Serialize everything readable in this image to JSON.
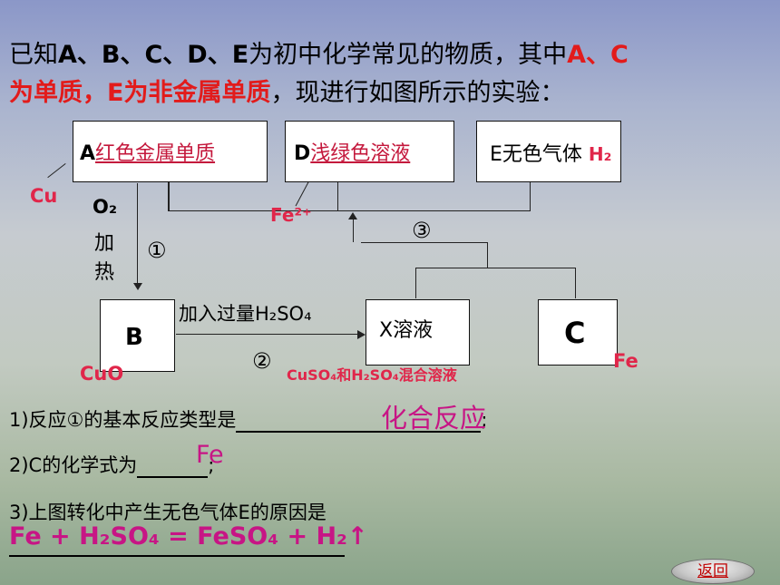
{
  "title": {
    "line1_a": "已知",
    "line1_b": "A、B、C、D、E",
    "line1_c": "为初中化学常见的物质，其中",
    "line1_d": "A、C",
    "line2_a": "为单质，",
    "line2_b": "E为非金属单质",
    "line2_c": "，现进行如图所示的实验："
  },
  "diagram": {
    "box_a": {
      "letter": "A",
      "desc": "红色金属单质"
    },
    "box_d": {
      "letter": "D",
      "desc": "浅绿色溶液"
    },
    "box_e": {
      "text": "E无色气体",
      "answer": "H₂"
    },
    "box_b": {
      "letter": "B"
    },
    "box_x": {
      "text": "X溶液"
    },
    "box_c": {
      "letter": "C"
    },
    "cu_label": "Cu",
    "fe2_label": "Fe²⁺",
    "step1_reagent": "O₂",
    "step1_cond1": "加",
    "step1_cond2": "热",
    "step1_num": "①",
    "step2_reagent": "加入过量H₂SO₄",
    "step2_num": "②",
    "step3_num": "③",
    "cuo_label": "CuO",
    "fe_label": "Fe",
    "mix_label": "CuSO₄和H₂SO₄混合溶液"
  },
  "questions": {
    "q1": "1)反应①的基本反应类型是",
    "q1_answer": "化合反应",
    "q1_end": ";",
    "q2": "2)C的化学式为",
    "q2_answer": "Fe",
    "q2_end": ";",
    "q3": "3)上图转化中产生无色气体E的原因是",
    "q3_answer": "Fe + H₂SO₄ = FeSO₄ + H₂↑"
  },
  "nav": {
    "back_label": "返回"
  },
  "colors": {
    "red": "#e21b1b",
    "magenta": "#c71585",
    "answer_red": "#e0264a"
  }
}
